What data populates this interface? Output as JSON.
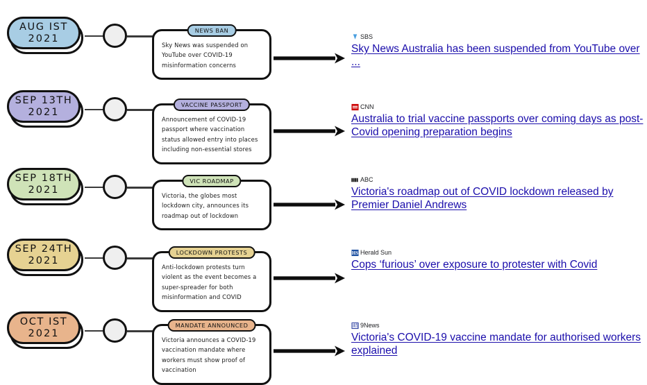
{
  "title": "COVID-19 Australia misinformation timeline",
  "colors": {
    "news_ban": "#a8cde4",
    "vaccine_passport": "#b4b0de",
    "vic_roadmap": "#cfe3b8",
    "lockdown_protests": "#e6d292",
    "mandate_announced": "#e8b48c",
    "link": "#1a0dab",
    "stroke": "#111111",
    "node_fill": "#efefef"
  },
  "rows": [
    {
      "date_line1": "AUG IST",
      "date_line2": "2021",
      "label": "NEWS BAN",
      "description": "Sky News was suspended on YouTube over COVID-19 misinformation concerns",
      "source": "SBS",
      "favicon": "sbs-favicon",
      "headline": "Sky News Australia has been suspended from YouTube over ..."
    },
    {
      "date_line1": "SEP 13TH",
      "date_line2": "2021",
      "label": "VACCINE PASSPORT",
      "description": "Announcement of COVID-19 passport where vaccination status allowed entry into places including non-essential stores",
      "source": "CNN",
      "favicon": "cnn-favicon",
      "headline": "Australia to trial vaccine passports over coming days as post-Covid opening preparation begins"
    },
    {
      "date_line1": "SEP 18TH",
      "date_line2": "2021",
      "label": "VIC ROADMAP",
      "description": "Victoria, the globes most lockdown city, announces its roadmap out of lockdown",
      "source": "ABC",
      "favicon": "abc-favicon",
      "headline": "Victoria's roadmap out of COVID lockdown released by Premier Daniel Andrews"
    },
    {
      "date_line1": "SEP 24TH",
      "date_line2": "2021",
      "label": "LOCKDOWN PROTESTS",
      "description": "Anti-lockdown protests turn violent as the event becomes a super-spreader for both misinformation and COVID",
      "source": "Herald Sun",
      "favicon": "herald-sun-favicon",
      "headline": "Cops ‘furious’ over exposure to protester with Covid"
    },
    {
      "date_line1": "OCT IST",
      "date_line2": "2021",
      "label": "MANDATE ANNOUNCED",
      "description": "Victoria announces a COVID-19 vaccination mandate where workers must show proof of vaccination",
      "source": "9News",
      "favicon": "9news-favicon",
      "headline": "Victoria's COVID-19 vaccine mandate for authorised workers explained"
    }
  ]
}
